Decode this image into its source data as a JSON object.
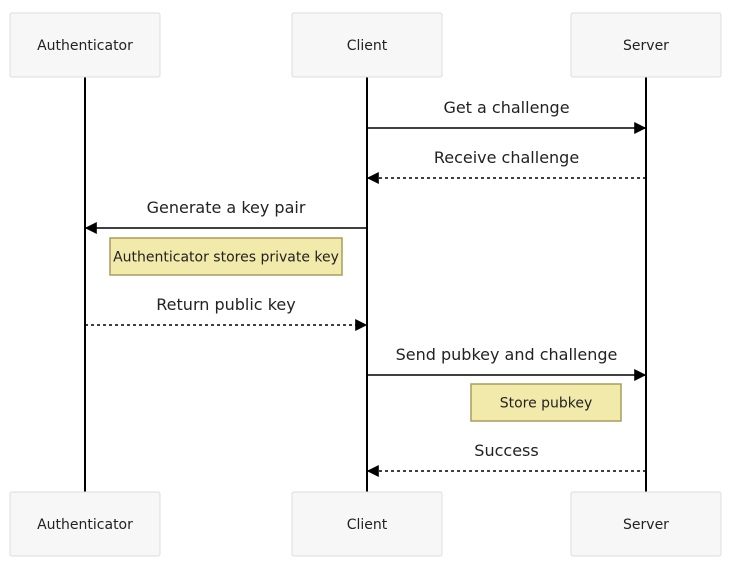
{
  "participants": [
    {
      "id": "authenticator",
      "label": "Authenticator"
    },
    {
      "id": "client",
      "label": "Client"
    },
    {
      "id": "server",
      "label": "Server"
    }
  ],
  "messages": [
    {
      "from": "client",
      "to": "server",
      "label": "Get a challenge",
      "style": "solid"
    },
    {
      "from": "server",
      "to": "client",
      "label": "Receive challenge",
      "style": "dashed"
    },
    {
      "from": "client",
      "to": "authenticator",
      "label": "Generate a key pair",
      "style": "solid"
    },
    {
      "from": "authenticator",
      "to": "client",
      "label": "Return public key",
      "style": "dashed"
    },
    {
      "from": "client",
      "to": "server",
      "label": "Send pubkey and challenge",
      "style": "solid"
    },
    {
      "from": "server",
      "to": "client",
      "label": "Success",
      "style": "dashed"
    }
  ],
  "notes": [
    {
      "over": "authenticator",
      "after_message": 2,
      "label": "Authenticator stores private key"
    },
    {
      "over": "server",
      "after_message": 4,
      "label": "Store pubkey"
    }
  ],
  "colors": {
    "note_fill": "#f2eaaa",
    "note_border": "#a89e5c",
    "actor_fill": "#f7f7f7",
    "actor_border": "#dcdcdc"
  }
}
